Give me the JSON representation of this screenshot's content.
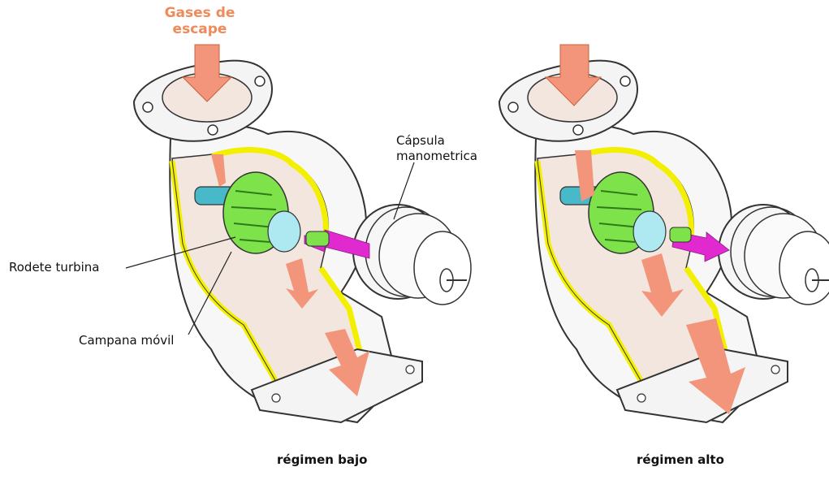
{
  "labels": {
    "exhaust_gases": "Gases de escape",
    "capsule": "Cápsula manometrica",
    "turbine_wheel": "Rodete turbina",
    "mobile_bell": "Campana móvil"
  },
  "captions": {
    "low": "régimen bajo",
    "high": "régimen alto"
  },
  "colors": {
    "flow_arrow": "#f2957a",
    "housing_section": "#f2e6df",
    "wall_yellow": "#f2f000",
    "turbine_green": "#7ee24a",
    "shaft_cyan": "#47b9c8",
    "actuator_arrow": "#e02ad0",
    "outline": "#333333"
  }
}
